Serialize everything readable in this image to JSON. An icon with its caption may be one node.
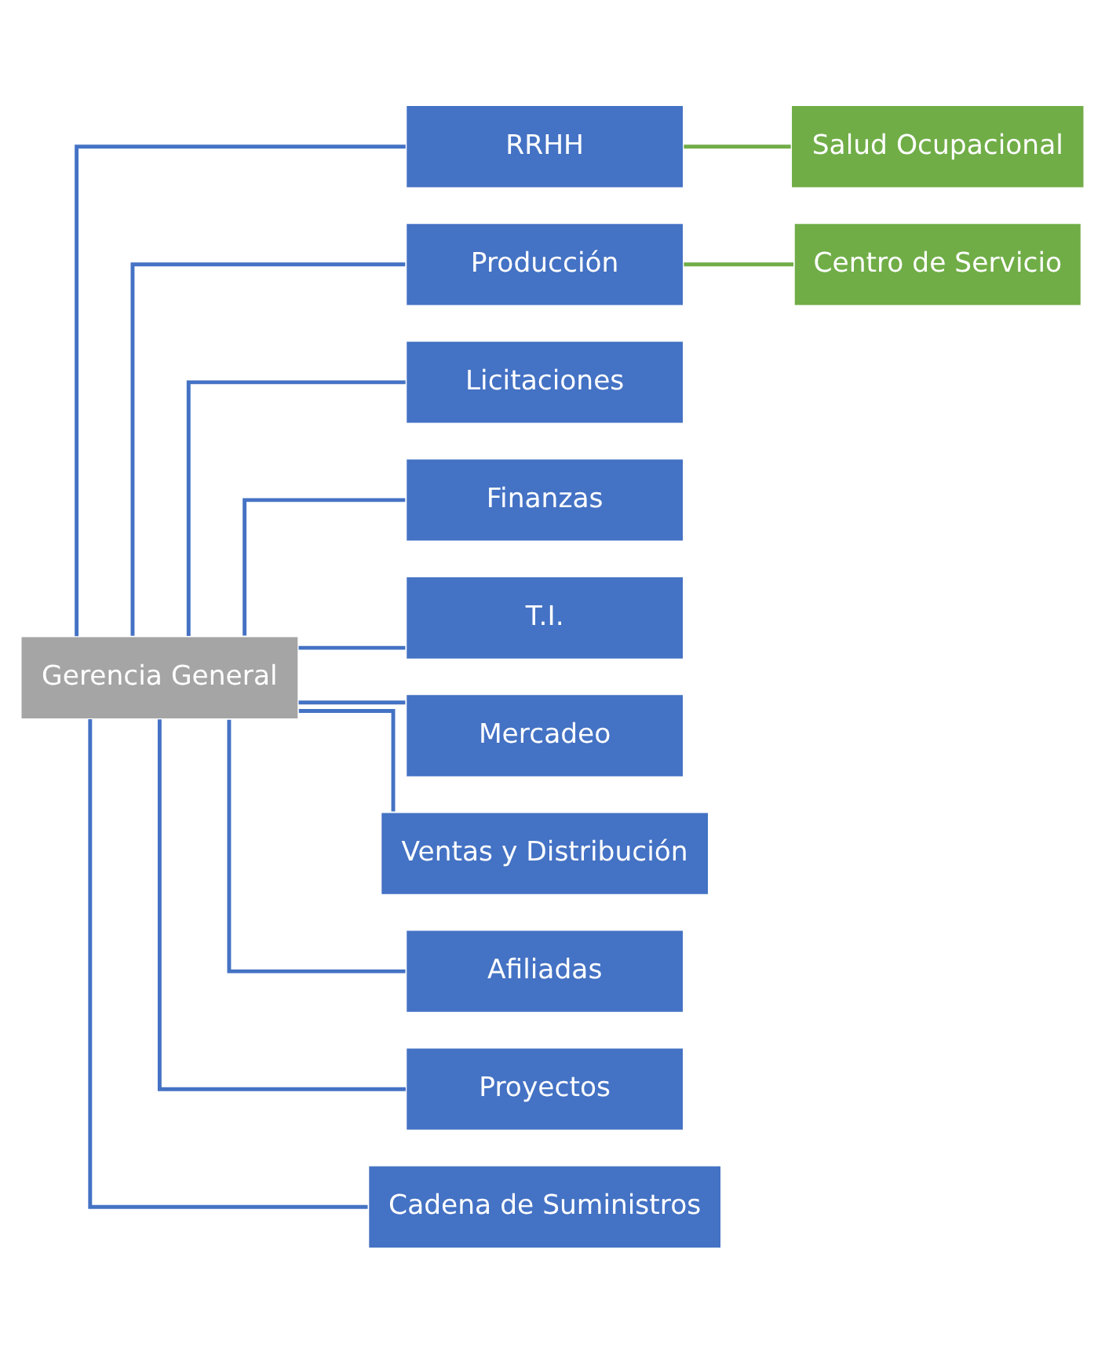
{
  "diagram": {
    "nodes": [
      {
        "text": [
          "Gerencia General"
        ]
      },
      {
        "text": [
          "RRHH"
        ]
      },
      {
        "text": [
          "Producción"
        ]
      },
      {
        "text": [
          "Licitaciones"
        ]
      },
      {
        "text": [
          "Finanzas"
        ]
      },
      {
        "text": [
          "T.I."
        ]
      },
      {
        "text": [
          "Mercadeo"
        ]
      },
      {
        "text": [
          "Ventas y Distribución"
        ]
      },
      {
        "text": [
          "Afiliadas"
        ]
      },
      {
        "text": [
          "Proyectos"
        ]
      },
      {
        "text": [
          "Cadena de Suministros"
        ]
      },
      {
        "text": [
          "Salud Ocupacional"
        ]
      },
      {
        "text": [
          "Centro de Servicio"
        ]
      }
    ],
    "edges": [
      {
        "from": 0,
        "to": 1,
        "arrow": "none"
      },
      {
        "from": 0,
        "to": 2,
        "arrow": "none"
      },
      {
        "from": 0,
        "to": 3,
        "arrow": "none"
      },
      {
        "from": 0,
        "to": 4,
        "arrow": "none"
      },
      {
        "from": 0,
        "to": 5,
        "arrow": "none"
      },
      {
        "from": 0,
        "to": 6,
        "arrow": "none"
      },
      {
        "from": 0,
        "to": 7,
        "arrow": "none"
      },
      {
        "from": 0,
        "to": 8,
        "arrow": "none"
      },
      {
        "from": 0,
        "to": 9,
        "arrow": "none"
      },
      {
        "from": 0,
        "to": 10,
        "arrow": "none"
      },
      {
        "from": 1,
        "to": 11,
        "arrow": "none",
        "color": "#70ad47"
      },
      {
        "from": 2,
        "to": 12,
        "arrow": "none",
        "color": "#70ad47"
      }
    ]
  }
}
